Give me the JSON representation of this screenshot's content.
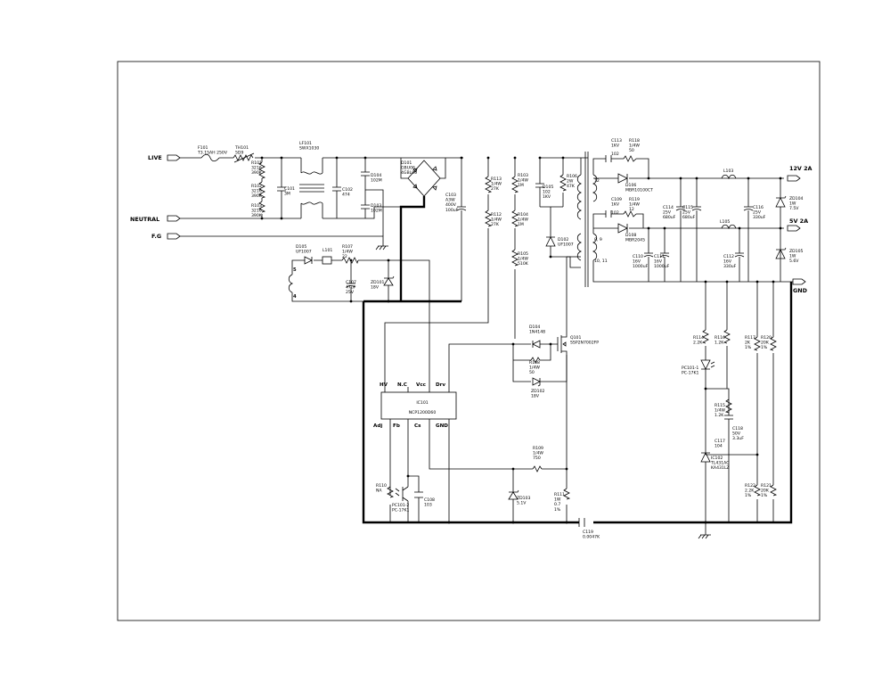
{
  "terminals": {
    "live": "LIVE",
    "neutral": "NEUTRAL",
    "fg": "F.G",
    "out12": "12V 2A",
    "out5": "5V 2A",
    "gnd": "GND"
  },
  "components": [
    {
      "id": "F101",
      "lines": [
        "F101",
        "T3.15AH 250V"
      ]
    },
    {
      "id": "TH101",
      "lines": [
        "TH101",
        "5D9"
      ]
    },
    {
      "id": "LF101",
      "lines": [
        "LF101",
        "SWX1030"
      ]
    },
    {
      "id": "R101",
      "lines": [
        "R101",
        "3216",
        "390K"
      ]
    },
    {
      "id": "R102",
      "lines": [
        "R102",
        "3216",
        "390K"
      ]
    },
    {
      "id": "R103",
      "lines": [
        "R103",
        "3216",
        "390K"
      ]
    },
    {
      "id": "C101",
      "lines": [
        "C101",
        "3M"
      ]
    },
    {
      "id": "C102",
      "lines": [
        "C102",
        "474"
      ]
    },
    {
      "id": "D104",
      "lines": [
        "D104",
        "102M"
      ]
    },
    {
      "id": "D103",
      "lines": [
        "D103",
        "102M"
      ]
    },
    {
      "id": "D101",
      "lines": [
        "D101",
        "GBU06",
        "4GBL06"
      ]
    },
    {
      "id": "C103",
      "lines": [
        "C103",
        "A3W",
        "400V",
        "100uF"
      ]
    },
    {
      "id": "R113",
      "lines": [
        "R113",
        "1/4W",
        "27K"
      ]
    },
    {
      "id": "R112",
      "lines": [
        "R112",
        "1/4W",
        "27K"
      ]
    },
    {
      "id": "R103b",
      "lines": [
        "R103",
        "1/4W",
        "1M"
      ]
    },
    {
      "id": "R104",
      "lines": [
        "R104",
        "1/4W",
        "1M"
      ]
    },
    {
      "id": "R105",
      "lines": [
        "R105",
        "1/4W",
        "510K"
      ]
    },
    {
      "id": "D105",
      "lines": [
        "D105",
        "102",
        "1KV"
      ]
    },
    {
      "id": "R106",
      "lines": [
        "R106",
        "2W",
        "47K"
      ]
    },
    {
      "id": "D102",
      "lines": [
        "D102",
        "UF1007"
      ]
    },
    {
      "id": "C113",
      "lines": [
        "C113",
        "1KV"
      ]
    },
    {
      "id": "C113v",
      "lines": [
        "102"
      ]
    },
    {
      "id": "R118",
      "lines": [
        "R118",
        "1/4W",
        "50"
      ]
    },
    {
      "id": "D106",
      "lines": [
        "D106",
        "MBR10100CT"
      ]
    },
    {
      "id": "C109",
      "lines": [
        "C109",
        "1KV"
      ]
    },
    {
      "id": "C109v",
      "lines": [
        "102"
      ]
    },
    {
      "id": "R119",
      "lines": [
        "R119",
        "1/4W",
        "12"
      ]
    },
    {
      "id": "D108",
      "lines": [
        "D108",
        "MBR2045"
      ]
    },
    {
      "id": "C114",
      "lines": [
        "C114",
        "25V",
        "680uF"
      ]
    },
    {
      "id": "C115",
      "lines": [
        "C115",
        "25V",
        "680uF"
      ]
    },
    {
      "id": "L103",
      "lines": [
        "L103"
      ]
    },
    {
      "id": "C116",
      "lines": [
        "C116",
        "25V",
        "330uF"
      ]
    },
    {
      "id": "ZD104",
      "lines": [
        "ZD104",
        "1W",
        "7.5V"
      ]
    },
    {
      "id": "L105",
      "lines": [
        "L105"
      ]
    },
    {
      "id": "C110",
      "lines": [
        "C110",
        "16V",
        "1000uF"
      ]
    },
    {
      "id": "C111",
      "lines": [
        "C111",
        "16V",
        "1000uF"
      ]
    },
    {
      "id": "C112",
      "lines": [
        "C112",
        "16V",
        "330uF"
      ]
    },
    {
      "id": "ZD105",
      "lines": [
        "ZD105",
        "1W",
        "5.6V"
      ]
    },
    {
      "id": "D105b",
      "lines": [
        "D105",
        "UF1007"
      ]
    },
    {
      "id": "L101",
      "lines": [
        "L101"
      ]
    },
    {
      "id": "R107",
      "lines": [
        "R107",
        "1/4W",
        "22"
      ]
    },
    {
      "id": "C107",
      "lines": [
        "C107",
        "47uF",
        "25V"
      ]
    },
    {
      "id": "ZD101",
      "lines": [
        "ZD101",
        "18V"
      ]
    },
    {
      "id": "D104b",
      "lines": [
        "D104",
        "1N4148"
      ]
    },
    {
      "id": "Q101",
      "lines": [
        "Q101",
        "SSP2N7002FP"
      ]
    },
    {
      "id": "R108",
      "lines": [
        "R108",
        "1/4W",
        "50"
      ]
    },
    {
      "id": "ZD102",
      "lines": [
        "ZD102",
        "18V"
      ]
    },
    {
      "id": "R109",
      "lines": [
        "R109",
        "1/4W",
        "750"
      ]
    },
    {
      "id": "ZD103",
      "lines": [
        "ZD103",
        "5.1V"
      ]
    },
    {
      "id": "R111",
      "lines": [
        "R111",
        "1W",
        "0.7",
        "1%"
      ]
    },
    {
      "id": "R110",
      "lines": [
        "R110",
        "NA"
      ]
    },
    {
      "id": "PC101b",
      "lines": [
        "PC101-2",
        "PC-17K1"
      ]
    },
    {
      "id": "C108",
      "lines": [
        "C108",
        "103"
      ]
    },
    {
      "id": "C119",
      "lines": [
        "C119",
        "0.0047K"
      ]
    },
    {
      "id": "R114",
      "lines": [
        "R114",
        "2.2K"
      ]
    },
    {
      "id": "R116",
      "lines": [
        "R116",
        "1.2K"
      ]
    },
    {
      "id": "R117",
      "lines": [
        "R117",
        "2K",
        "1%"
      ]
    },
    {
      "id": "R120",
      "lines": [
        "R120",
        "20K",
        "1%"
      ]
    },
    {
      "id": "PC101a",
      "lines": [
        "PC101-1",
        "PC-17K1"
      ]
    },
    {
      "id": "R115",
      "lines": [
        "R115",
        "1/4W",
        "1.2K"
      ]
    },
    {
      "id": "C118",
      "lines": [
        "C118",
        "50V",
        "3.3uF"
      ]
    },
    {
      "id": "C117",
      "lines": [
        "C117",
        "104"
      ]
    },
    {
      "id": "IC102",
      "lines": [
        "IC102",
        "TL431AC",
        "KA431LZ"
      ]
    },
    {
      "id": "R122",
      "lines": [
        "R122",
        "2.2K",
        "1%"
      ]
    },
    {
      "id": "R121",
      "lines": [
        "R121",
        "20K",
        "1%"
      ]
    }
  ],
  "ic": {
    "name": "IC101",
    "part": "NCP1200D60",
    "top_pins": [
      "HV",
      "N.C",
      "Vcc",
      "Drv"
    ],
    "bottom_pins": [
      "Adj",
      "Fb",
      "Cs",
      "GND"
    ]
  },
  "transformer_pins": {
    "p12": "12",
    "p9": "8, 9",
    "p10": "10, 11",
    "aux5": "5",
    "aux4": "4"
  }
}
